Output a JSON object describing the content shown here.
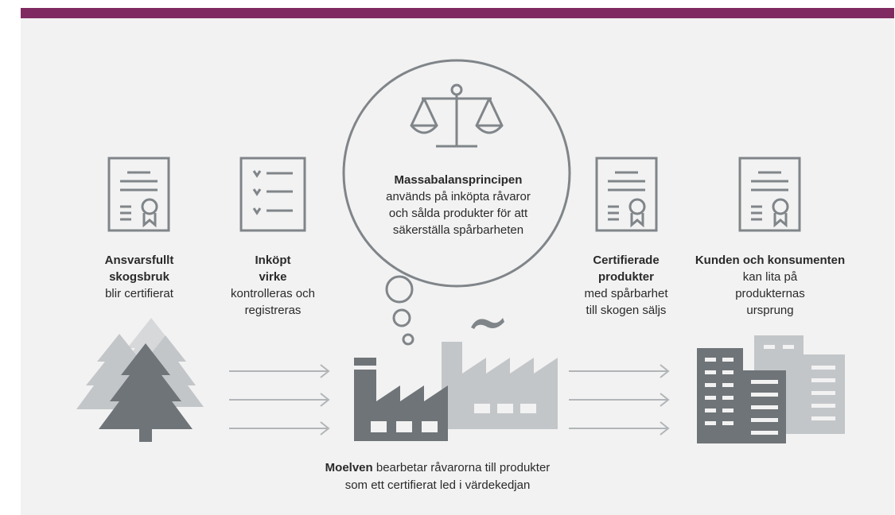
{
  "accent_color": "#7f2b62",
  "background_color": "#f2f2f2",
  "icon_color": "#808589",
  "steps": [
    {
      "title": "Ansvarsfullt",
      "title2": "skogsbruk",
      "lines": [
        "blir certifierat"
      ]
    },
    {
      "title": "Inköpt",
      "title2": "virke",
      "lines": [
        "kontrolleras och",
        "registreras"
      ]
    },
    {
      "title": "Certifierade",
      "title2": "produkter",
      "lines": [
        "med spårbarhet",
        "till skogen säljs"
      ]
    },
    {
      "title": "Kunden och konsumenten",
      "title2": "",
      "lines": [
        "kan lita på",
        "produkternas",
        "ursprung"
      ]
    }
  ],
  "thought_bubble": {
    "title": "Massabalansprincipen",
    "lines": [
      "används på inköpta råvaror",
      "och sålda produkter för att",
      "säkerställa spårbarheten"
    ]
  },
  "factory_caption": {
    "bold": "Moelven",
    "text": " bearbetar råvarorna till produkter",
    "line2": "som ett certifierat led i värdekedjan"
  },
  "icons": [
    "certificate-icon",
    "checklist-icon",
    "scale-icon",
    "certificate-icon",
    "certificate-icon",
    "trees-icon",
    "factory-icon",
    "buildings-icon",
    "arrow-icon"
  ]
}
